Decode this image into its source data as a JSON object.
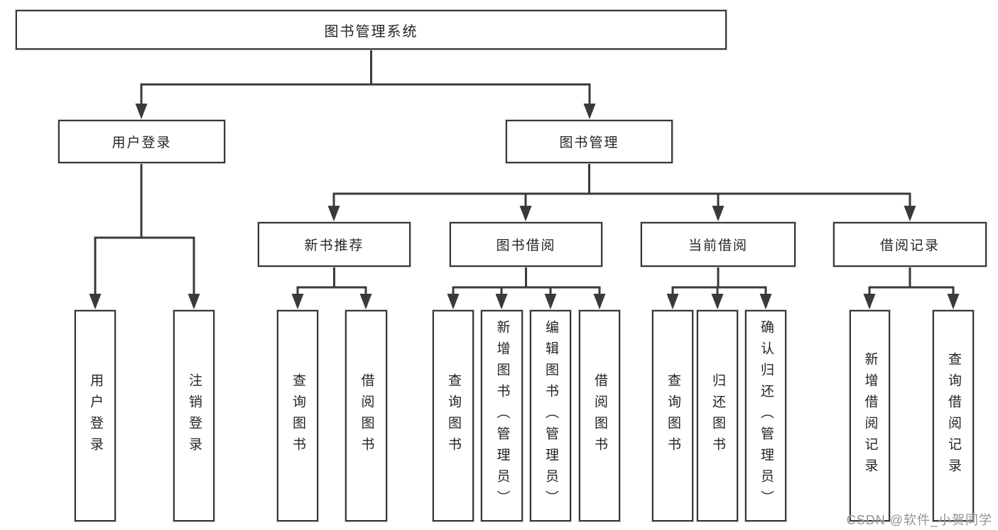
{
  "tree": {
    "label": "图书管理系统",
    "children": [
      {
        "label": "用户登录",
        "children": [
          {
            "label": "用户登录"
          },
          {
            "label": "注销登录"
          }
        ]
      },
      {
        "label": "图书管理",
        "children": [
          {
            "label": "新书推荐",
            "children": [
              {
                "label": "查询图书"
              },
              {
                "label": "借阅图书"
              }
            ]
          },
          {
            "label": "图书借阅",
            "children": [
              {
                "label": "查询图书"
              },
              {
                "label": "新增图书（管理员）"
              },
              {
                "label": "编辑图书（管理员）"
              },
              {
                "label": "借阅图书"
              }
            ]
          },
          {
            "label": "当前借阅",
            "children": [
              {
                "label": "查询图书"
              },
              {
                "label": "归还图书"
              },
              {
                "label": "确认归还（管理员）"
              }
            ]
          },
          {
            "label": "借阅记录",
            "children": [
              {
                "label": "新增借阅记录"
              },
              {
                "label": "查询借阅记录"
              }
            ]
          }
        ]
      }
    ]
  },
  "watermark": {
    "text": "CSDN @软件_小贺同学"
  },
  "colors": {
    "line": "#3a3a3a",
    "box_border": "#373737",
    "text": "#252525",
    "watermark": "#8c8c92",
    "background": "#ffffff"
  }
}
